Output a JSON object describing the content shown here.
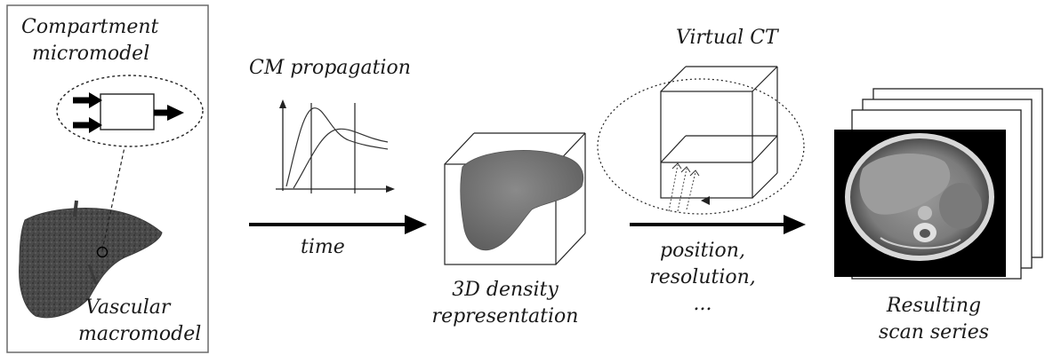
{
  "compartment_label": [
    "Compartment",
    "micromodel"
  ],
  "vascular_label": [
    "Vascular",
    "macromodel"
  ],
  "cm_propagation_label": "CM propagation",
  "time_label": "time",
  "density_label": [
    "3D density",
    "representation"
  ],
  "virtual_ct_label": "Virtual CT",
  "ct_params_label": [
    "position,",
    "resolution,",
    "..."
  ],
  "result_label": [
    "Resulting",
    "scan series"
  ],
  "icons": {
    "compartment": "compartment-block-icon",
    "liver": "liver-vascular-icon",
    "curves": "concentration-curve-icon",
    "cube": "density-cube-icon",
    "virtual_ct": "virtual-ct-cube-icon",
    "ct_slices": "ct-slice-stack-icon"
  }
}
